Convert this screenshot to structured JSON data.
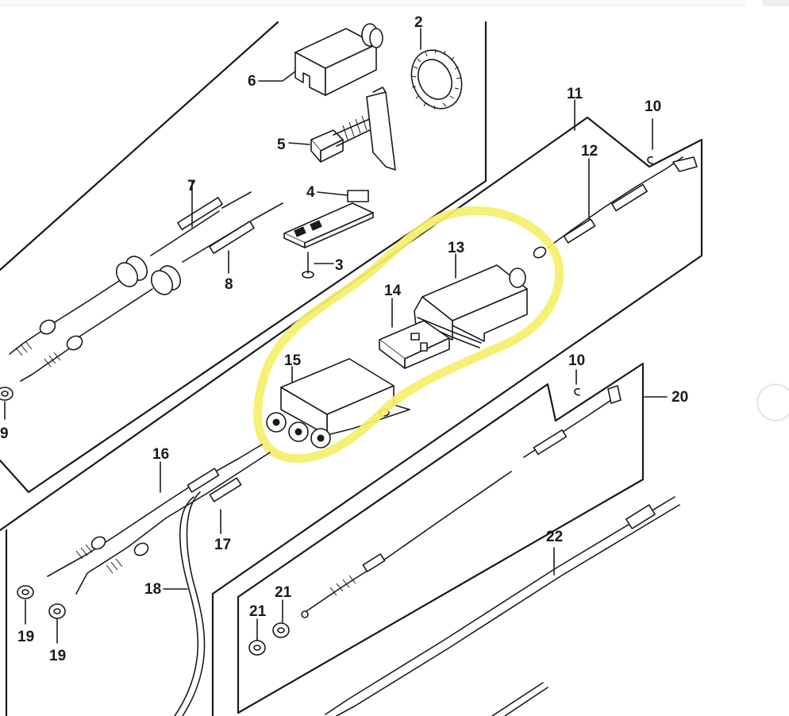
{
  "callouts": {
    "c2": "2",
    "c3": "3",
    "c4": "4",
    "c5": "5",
    "c6": "6",
    "c7": "7",
    "c8": "8",
    "c9": "9",
    "c10a": "10",
    "c10b": "10",
    "c11": "11",
    "c12": "12",
    "c13": "13",
    "c14": "14",
    "c15": "15",
    "c16": "16",
    "c17": "17",
    "c18": "18",
    "c19a": "19",
    "c19b": "19",
    "c20": "20",
    "c21a": "21",
    "c21b": "21",
    "c22": "22"
  },
  "colors": {
    "line": "#1a1a1a",
    "highlight": "#f3f06a",
    "background": "#ffffff"
  }
}
